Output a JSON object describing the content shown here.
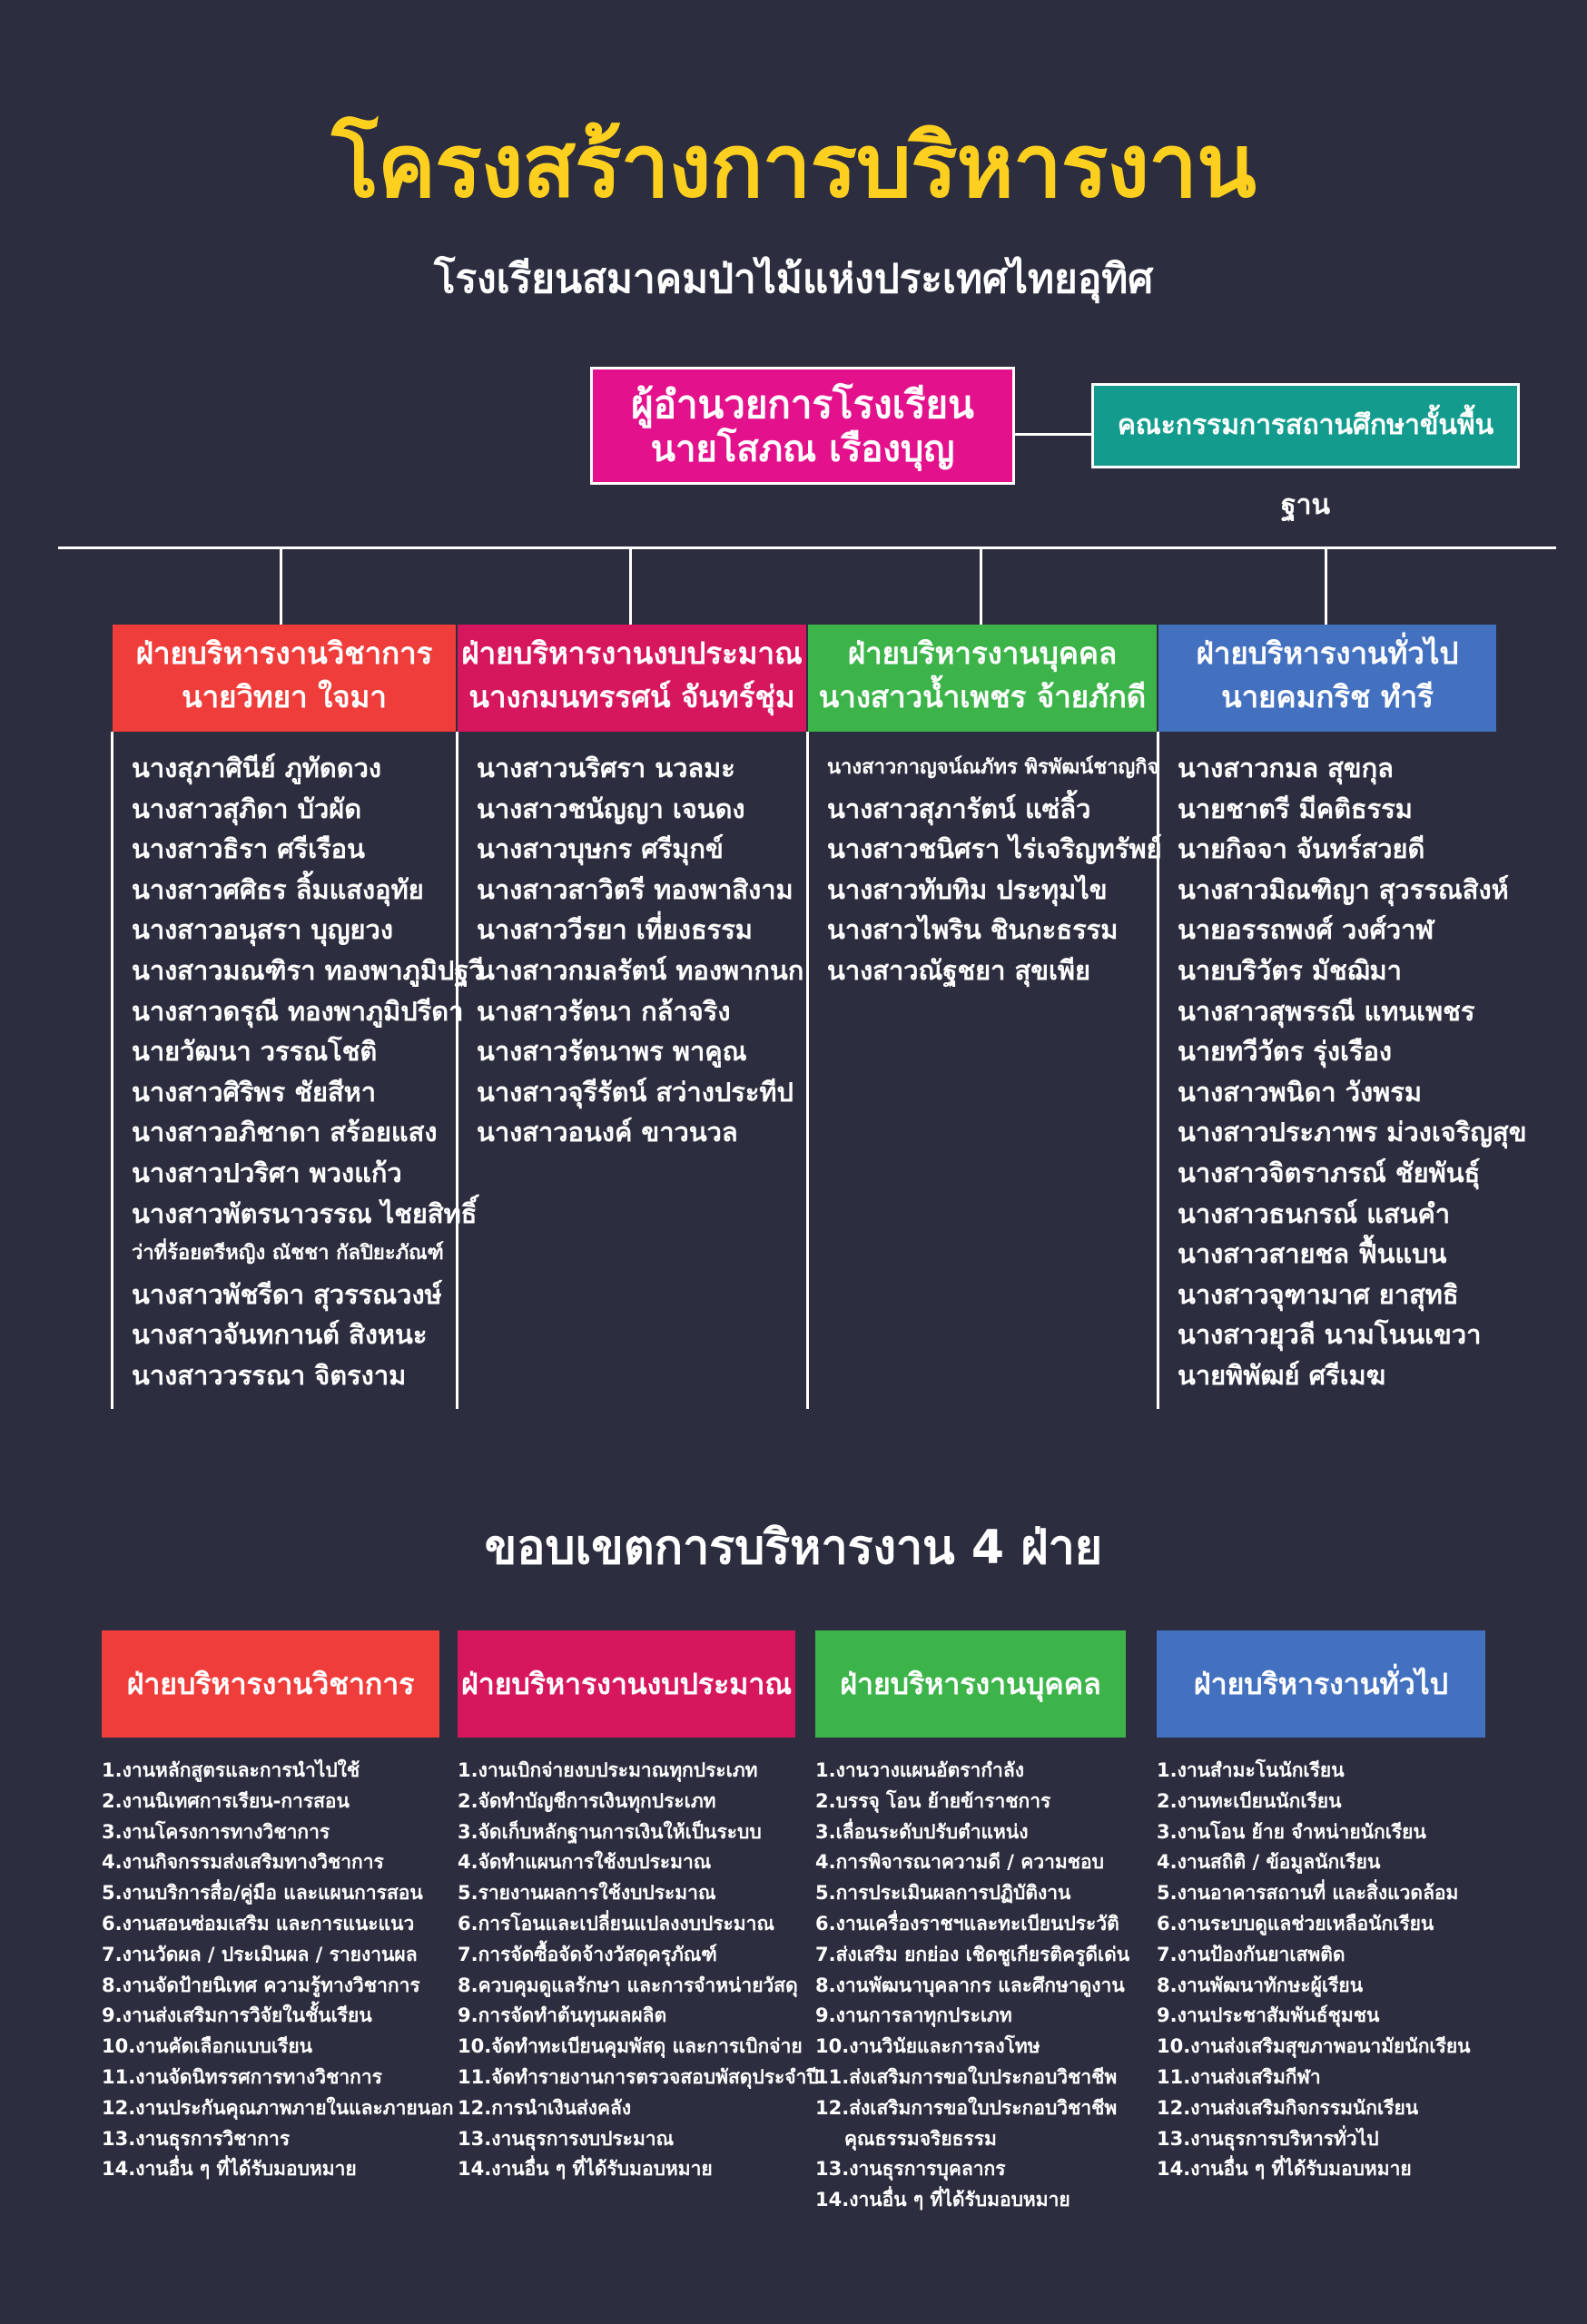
{
  "header": {
    "title": "โครงสร้างการบริหารงาน",
    "subtitle": "โรงเรียนสมาคมป่าไม้แห่งประเทศไทยอุทิศ"
  },
  "director": {
    "title": "ผู้อำนวยการโรงเรียน",
    "name": "นายโสภณ เรืองบุญ"
  },
  "committee": {
    "label": "คณะกรรมการสถานศึกษาขั้นพื้นฐาน"
  },
  "colors": {
    "background": "#2c2d3f",
    "title": "#fdd020",
    "director": "#e3128c",
    "committee": "#139c8d",
    "academic": "#ee3d3a",
    "budget": "#d6175e",
    "personnel": "#3cb44a",
    "general": "#4371c0"
  },
  "departments": [
    {
      "title": "ฝ่ายบริหารงานวิชาการ",
      "head": "นายวิทยา ใจมา",
      "staff": [
        "นางสุภาศินีย์ ภูทัดดวง",
        "นางสาวสุภิดา  บัวผัด",
        "นางสาวธิรา ศรีเรือน",
        "นางสาวศศิธร ลิ้มแสงอุทัย",
        "นางสาวอนุสรา บุญยวง",
        "นางสาวมณฑิรา ทองพาภูมิปฐวี",
        "นางสาวดรุณี ทองพาภูมิปรีดา",
        "นายวัฒนา วรรณโชติ",
        "นางสาวศิริพร ชัยสีหา",
        "นางสาวอภิชาดา สร้อยแสง",
        "นางสาวปวริศา พวงแก้ว",
        "นางสาวพัตรนาวรรณ  ไชยสิทธิ์",
        "ว่าที่ร้อยตรีหญิง ณัชชา กัลปิยะภัณฑ์",
        "นางสาวพัชรีดา สุวรรณวงษ์",
        "นางสาวจันทกานต์ สิงหนะ",
        "นางสาววรรณา จิตรงาม"
      ]
    },
    {
      "title": "ฝ่ายบริหารงานงบประมาณ",
      "head": "นางกมนทรรศน์ จันทร์ชุ่ม",
      "staff": [
        "นางสาวนริศรา นวลมะ",
        "นางสาวชนัญญา เจนดง",
        "นางสาวบุษกร ศรีมุกข์",
        "นางสาวสาวิตรี ทองพาสิงาม",
        "นางสาววีรยา เที่ยงธรรม",
        "นางสาวกมลรัตน์ ทองพากนก",
        "นางสาวรัตนา กล้าจริง",
        "นางสาวรัตนาพร พาคูณ",
        "นางสาวจุรีรัตน์ สว่างประทีป",
        "นางสาวอนงค์ ขาวนวล"
      ]
    },
    {
      "title": "ฝ่ายบริหารงานบุคคล",
      "head": "นางสาวน้ำเพชร จ้ายภักดี",
      "staff": [
        "นางสาวกาญจน์ณภัทร พิรพัฒน์ชาญกิจ",
        "นางสาวสุภารัตน์ แซ่ลิ้ว",
        "นางสาวชนิศรา ไร่เจริญทรัพย์",
        "นางสาวทับทิม ประทุมไข",
        "นางสาวไพริน ชินกะธรรม",
        "นางสาวณัฐชยา สุขเพีย"
      ]
    },
    {
      "title": "ฝ่ายบริหารงานทั่วไป",
      "head": "นายคมกริช ทำรี",
      "staff": [
        "นางสาวกมล สุขกุล",
        "นายชาตรี มีคติธรรม",
        "นายกิจจา จันทร์สวยดี",
        "นางสาวมิณฑิญา สุวรรณสิงห์",
        "นายอรรถพงศ์ วงศ์วาฬ",
        "นายบริวัตร มัชฌิมา",
        "นางสาวสุพรรณี แทนเพชร",
        "นายทวีวัตร รุ่งเรือง",
        "นางสาวพนิดา วังพรม",
        "นางสาวประภาพร ม่วงเจริญสุข",
        "นางสาวจิตราภรณ์ ชัยพันธุ์",
        "นางสาวธนกรณ์ แสนคำ",
        "นางสาวสายชล  ฟื้นแบน",
        "นางสาวจุฑามาศ ยาสุทธิ",
        "นางสาวยุวลี นามโนนเขวา",
        "นายพิพัฒย์ ศรีเมฆ"
      ]
    }
  ],
  "scope": {
    "title": "ขอบเขตการบริหารงาน 4 ฝ่าย",
    "sections": [
      {
        "title": "ฝ่ายบริหารงานวิชาการ",
        "items": [
          "1.งานหลักสูตรและการนำไปใช้",
          "2.งานนิเทศการเรียน-การสอน",
          "3.งานโครงการทางวิชาการ",
          "4.งานกิจกรรมส่งเสริมทางวิชาการ",
          "5.งานบริการสื่อ/คู่มือ และแผนการสอน",
          "6.งานสอนซ่อมเสริม และการแนะแนว",
          "7.งานวัดผล / ประเมินผล / รายงานผล",
          "8.งานจัดป้ายนิเทศ ความรู้ทางวิชาการ",
          "9.งานส่งเสริมการวิจัยในชั้นเรียน",
          "10.งานคัดเลือกแบบเรียน",
          "11.งานจัดนิทรรศการทางวิชาการ",
          "12.งานประกันคุณภาพภายในและภายนอก",
          "13.งานธุรการวิชาการ",
          "14.งานอื่น ๆ ที่ได้รับมอบหมาย"
        ]
      },
      {
        "title": "ฝ่ายบริหารงานงบประมาณ",
        "items": [
          "1.งานเบิกจ่ายงบประมาณทุกประเภท",
          "2.จัดทำบัญชีการเงินทุกประเภท",
          "3.จัดเก็บหลักฐานการเงินให้เป็นระบบ",
          "4.จัดทำแผนการใช้งบประมาณ",
          "5.รายงานผลการใช้งบประมาณ",
          "6.การโอนและเปลี่ยนแปลงงบประมาณ",
          "7.การจัดซื้อจัดจ้างวัสดุครุภัณฑ์",
          "8.ควบคุมดูแลรักษา และการจำหน่ายวัสดุ",
          "9.การจัดทำต้นทุนผลผลิต",
          "10.จัดทำทะเบียนคุมพัสดุ และการเบิกจ่าย",
          "11.จัดทำรายงานการตรวจสอบพัสดุประจำปี",
          "12.การนำเงินส่งคลัง",
          "13.งานธุรการงบประมาณ",
          "14.งานอื่น ๆ ที่ได้รับมอบหมาย"
        ]
      },
      {
        "title": "ฝ่ายบริหารงานบุคคล",
        "items": [
          "1.งานวางแผนอัตรากำลัง",
          "2.บรรจุ โอน ย้ายข้าราชการ",
          "3.เลื่อนระดับปรับตำแหน่ง",
          "4.การพิจารณาความดี / ความชอบ",
          "5.การประเมินผลการปฏิบัติงาน",
          "6.งานเครื่องราชฯและทะเบียนประวัติ",
          "7.ส่งเสริม ยกย่อง เชิดชูเกียรติครูดีเด่น",
          "8.งานพัฒนาบุคลากร และศึกษาดูงาน",
          "9.งานการลาทุกประเภท",
          "10.งานวินัยและการลงโทษ",
          "11.ส่งเสริมการขอใบประกอบวิชาชีพ",
          "12.ส่งเสริมการขอใบประกอบวิชาชีพ",
          "คุณธรรมจริยธรรม",
          "13.งานธุรการบุคลากร",
          "14.งานอื่น ๆ ที่ได้รับมอบหมาย"
        ]
      },
      {
        "title": "ฝ่ายบริหารงานทั่วไป",
        "items": [
          "1.งานสำมะโนนักเรียน",
          "2.งานทะเบียนนักเรียน",
          "3.งานโอน ย้าย จำหน่ายนักเรียน",
          "4.งานสถิติ / ข้อมูลนักเรียน",
          "5.งานอาคารสถานที่ และสิ่งแวดล้อม",
          "6.งานระบบดูแลช่วยเหลือนักเรียน",
          "7.งานป้องกันยาเสพติด",
          "8.งานพัฒนาทักษะผู้เรียน",
          "9.งานประชาสัมพันธ์ชุมชน",
          "10.งานส่งเสริมสุขภาพอนามัยนักเรียน",
          "11.งานส่งเสริมกีฬา",
          "12.งานส่งเสริมกิจกรรมนักเรียน",
          "13.งานธุรการบริหารทั่วไป",
          "14.งานอื่น ๆ ที่ได้รับมอบหมาย"
        ]
      }
    ]
  }
}
